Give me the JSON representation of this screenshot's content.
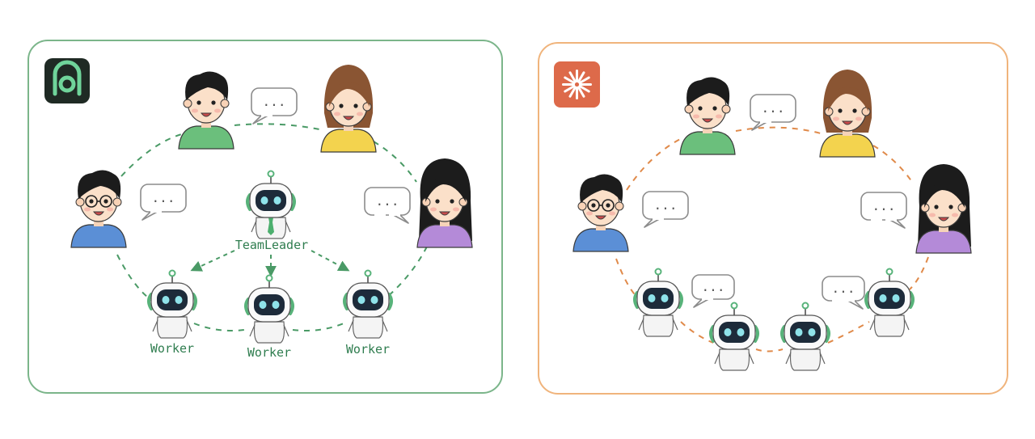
{
  "colors": {
    "left_frame": "#7bb58a",
    "left_dash": "#4a9a66",
    "left_label": "#2f7d4f",
    "right_frame": "#f0b47c",
    "right_dash": "#e08a4a",
    "right_logo_bg": "#dd6a4a",
    "left_logo_bg": "#1f2a24",
    "left_logo_glyph": "#6fd49a",
    "robot_face": "#1d2b3a",
    "robot_eye": "#8fe3ea",
    "robot_ear": "#58b37a",
    "bubble": "#8c8c8c"
  },
  "left_panel": {
    "logo_icon": "team-platform-logo",
    "team_leader_label": "TeamLeader",
    "worker_labels": [
      "Worker",
      "Worker",
      "Worker"
    ]
  },
  "right_panel": {
    "logo_icon": "starburst-logo"
  },
  "people": [
    {
      "shirt": "#6bbf7c",
      "hair": "#1c1c1c",
      "style": "short-boy"
    },
    {
      "shirt": "#f3d34e",
      "hair": "#8a5533",
      "style": "bob-girl"
    },
    {
      "shirt": "#5b8fd6",
      "hair": "#1c1c1c",
      "style": "glasses-boy"
    },
    {
      "shirt": "#b48ad8",
      "hair": "#1c1c1c",
      "style": "long-girl"
    }
  ],
  "bubble_text": "..."
}
